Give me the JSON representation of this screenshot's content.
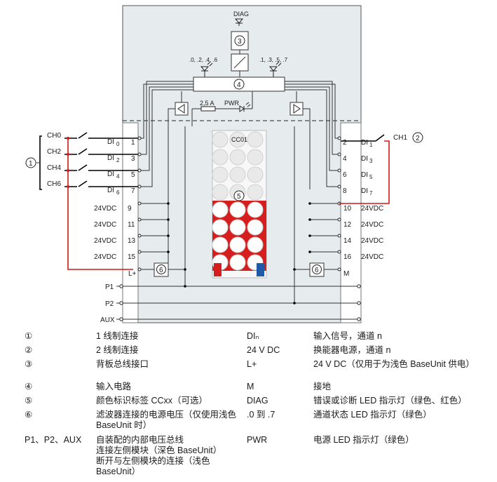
{
  "diagram": {
    "diag_label": "DIAG",
    "marker_3": "3",
    "marker_4": "4",
    "marker_5": "5",
    "marker_1": "1",
    "marker_2": "2",
    "marker_6": "6",
    "led_left": ".0, .2, .4, .6",
    "led_right": ".1, .3, .5, .7",
    "fuse_label": "2,5 A",
    "pwr_label": "PWR",
    "cc_label": "CC01",
    "channels_left": [
      "CH0",
      "CH2",
      "CH4",
      "CH6"
    ],
    "channel_right": "CH1",
    "di_left": [
      {
        "name": "DI",
        "sub": "0",
        "term": "1"
      },
      {
        "name": "DI",
        "sub": "2",
        "term": "3"
      },
      {
        "name": "DI",
        "sub": "4",
        "term": "5"
      },
      {
        "name": "DI",
        "sub": "6",
        "term": "7"
      }
    ],
    "di_right": [
      {
        "name": "DI",
        "sub": "1",
        "term": "2"
      },
      {
        "name": "DI",
        "sub": "3",
        "term": "4"
      },
      {
        "name": "DI",
        "sub": "5",
        "term": "6"
      },
      {
        "name": "DI",
        "sub": "7",
        "term": "8"
      }
    ],
    "vdc_left": [
      {
        "label": "24VDC",
        "term": "9"
      },
      {
        "label": "24VDC",
        "term": "11"
      },
      {
        "label": "24VDC",
        "term": "13"
      },
      {
        "label": "24VDC",
        "term": "15"
      }
    ],
    "vdc_right": [
      {
        "label": "24VDC",
        "term": "10"
      },
      {
        "label": "24VDC",
        "term": "12"
      },
      {
        "label": "24VDC",
        "term": "14"
      },
      {
        "label": "24VDC",
        "term": "16"
      }
    ],
    "lplus": "L+",
    "m": "M",
    "bus": [
      "P1",
      "P2",
      "AUX"
    ]
  },
  "legend": [
    {
      "sym": "①",
      "desc": "1 线制连接",
      "sym2": "DIₙ",
      "desc2": "输入信号，通道 n"
    },
    {
      "sym": "②",
      "desc": "2 线制连接",
      "sym2": "24 V DC",
      "desc2": "换能器电源，通道 n"
    },
    {
      "sym": "③",
      "desc": "背板总线接口",
      "sym2": "L+",
      "desc2": "24 V DC（仅用于为浅色 BaseUnit 供电）"
    },
    {
      "sym": "④",
      "desc": "输入电路",
      "sym2": "M",
      "desc2": "接地"
    },
    {
      "sym": "⑤",
      "desc": "颜色标识标签 CCxx（可选）",
      "sym2": "DIAG",
      "desc2": "错误或诊断 LED 指示灯（绿色、红色）"
    },
    {
      "sym": "⑥",
      "desc": "滤波器连接的电源电压（仅使用浅色 BaseUnit 时）",
      "sym2": ".0 到 .7",
      "desc2": "通道状态 LED 指示灯（绿色）"
    },
    {
      "sym": "P1、P2、AUX",
      "desc": "自装配的内部电压总线\n连接左侧模块（深色 BaseUnit）\n断开与左侧模块的连接（浅色 BaseUnit）",
      "sym2": "PWR",
      "desc2": "电源 LED 指示灯（绿色）"
    }
  ]
}
